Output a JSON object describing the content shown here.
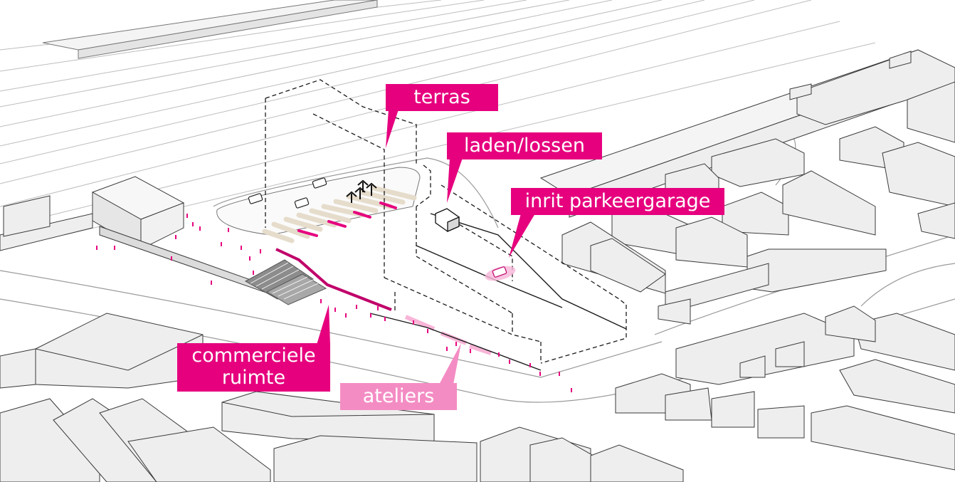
{
  "colors": {
    "accent": "#e6007e",
    "accent_light": "#f48cc4",
    "building_fill": "#eeeeee",
    "line": "#3a3a3a"
  },
  "labels": {
    "terras": "terras",
    "laden_lossen": "laden/lossen",
    "inrit": "inrit parkeergarage",
    "commerciele": "commerciele ruimte",
    "ateliers": "ateliers"
  }
}
